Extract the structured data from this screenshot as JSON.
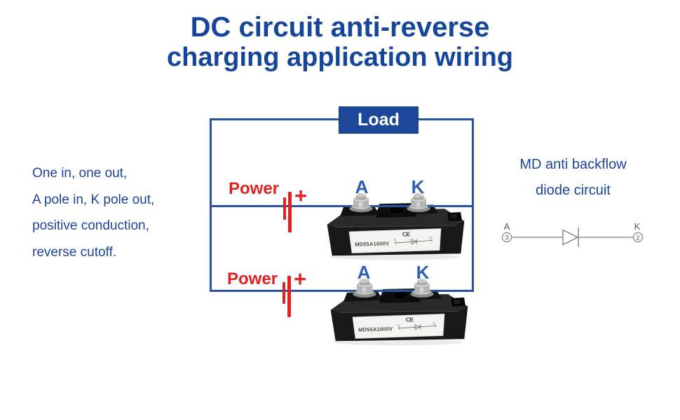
{
  "title": {
    "line1": "DC circuit anti-reverse",
    "line2": "charging application wiring"
  },
  "left_note": {
    "lines": [
      "One in, one out,",
      "A pole in, K pole out,",
      "positive conduction,",
      "reverse cutoff."
    ]
  },
  "circuit": {
    "load_label": "Load",
    "rows": [
      {
        "power_label": "Power",
        "plus": "+",
        "anode_label": "A",
        "cathode_label": "K"
      },
      {
        "power_label": "Power",
        "plus": "+",
        "anode_label": "A",
        "cathode_label": "K"
      }
    ],
    "module_label": "MD55A1600V",
    "ce_mark": "CE",
    "label_diode": {
      "a": "A",
      "k": "K"
    }
  },
  "right_note": {
    "line1": "MD anti backflow",
    "line2": "diode circuit"
  },
  "diode_schematic": {
    "anode_label": "A",
    "anode_pin": "3",
    "cathode_label": "K",
    "cathode_pin": "2"
  },
  "colors": {
    "title_blue": "#15469c",
    "note_blue": "#1c4497",
    "wire_blue": "#2a539f",
    "load_bg": "#1b4899",
    "power_red": "#e02222",
    "terminal_label_blue": "#2f5fae",
    "schematic_gray": "#808080",
    "module_body": "#191919",
    "module_label_bg": "#f3f3f1"
  }
}
